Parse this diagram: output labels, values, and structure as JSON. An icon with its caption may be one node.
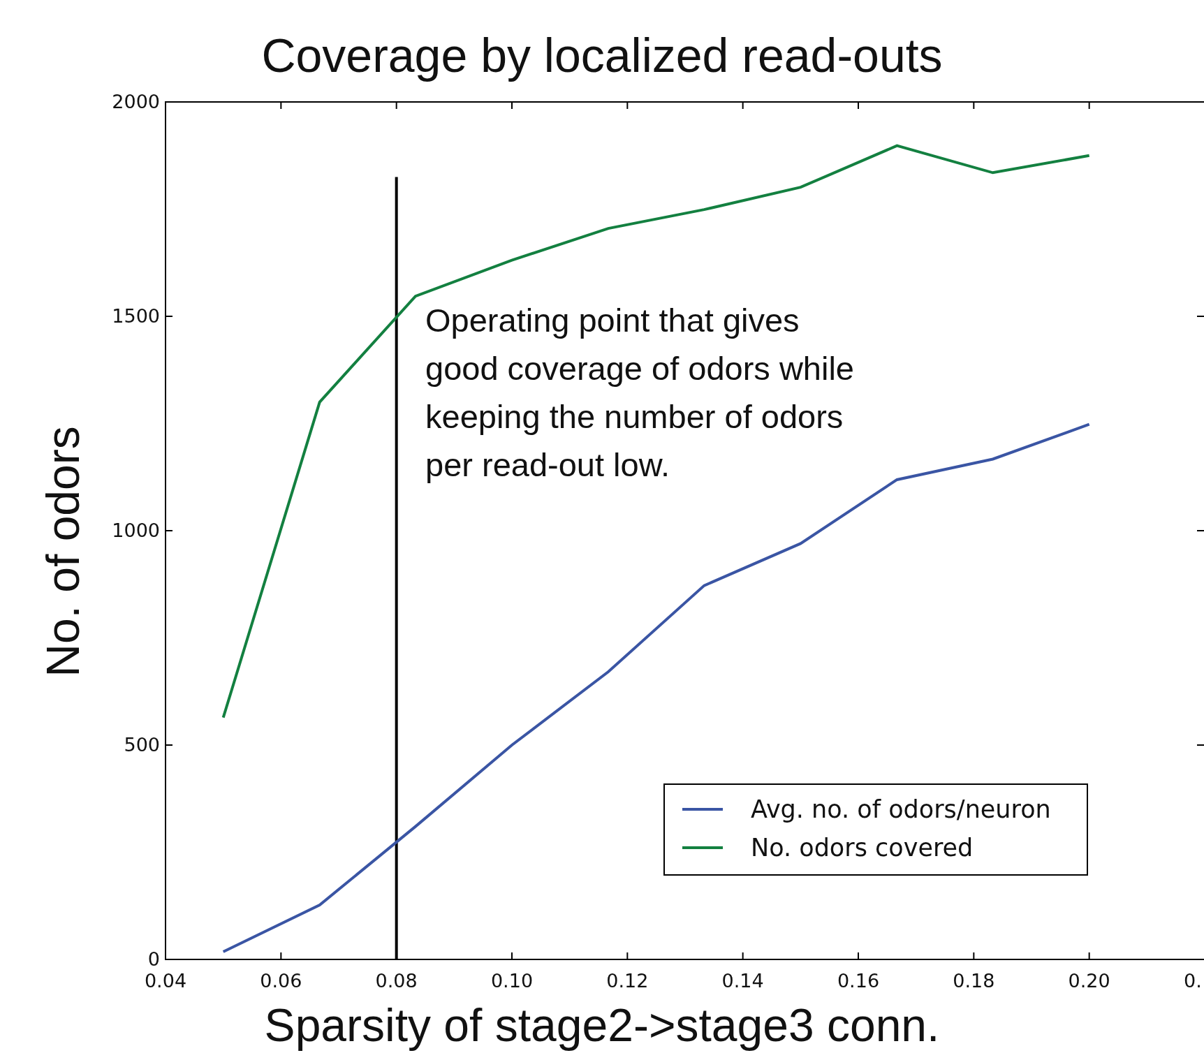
{
  "diagram": {
    "title": "Coverage by localized read-outs",
    "chart_data": {
      "type": "line",
      "xlabel": "Sparsity of stage2->stage3 conn.",
      "ylabel": "No. of odors",
      "x": [
        0.05,
        0.0667,
        0.0833,
        0.1,
        0.1167,
        0.1333,
        0.15,
        0.1667,
        0.1833,
        0.2
      ],
      "series": [
        {
          "name": "Avg. no. of odors/neuron",
          "color": "#3a55a4",
          "values": [
            18,
            127,
            310,
            500,
            671,
            872,
            970,
            1119,
            1167,
            1248
          ]
        },
        {
          "name": "No. odors covered",
          "color": "#138040",
          "values": [
            564,
            1300,
            1547,
            1631,
            1705,
            1749,
            1801,
            1898,
            1835,
            1875
          ]
        }
      ],
      "legend": "lower right",
      "xlim": [
        0.04,
        0.22
      ],
      "ylim": [
        0,
        2000
      ],
      "xticks": [
        0.04,
        0.06,
        0.08,
        {
          "value": 0.1,
          "label": "0.10"
        },
        0.12,
        0.14,
        0.16,
        0.18,
        {
          "value": 0.2,
          "label": "0.20"
        },
        {
          "value": 0.22,
          "label": "0."
        }
      ],
      "yticks": [
        0,
        500,
        1000,
        1500,
        2000
      ],
      "ref_lines": [
        {
          "axis": "x",
          "value": 0.08
        }
      ],
      "annotations": [
        "Operating point that gives good coverage of odors while keeping the number of odors per read-out low."
      ]
    }
  }
}
